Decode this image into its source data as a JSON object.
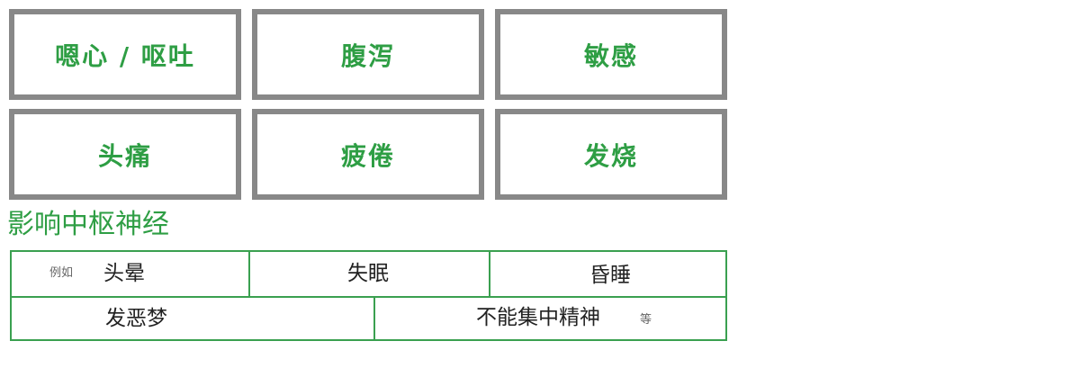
{
  "symptoms": [
    {
      "label": "嗯心 / 呕吐"
    },
    {
      "label": "腹泻"
    },
    {
      "label": "敏感"
    },
    {
      "label": "头痛"
    },
    {
      "label": "疲倦"
    },
    {
      "label": "发烧"
    }
  ],
  "cns": {
    "title": "影响中枢神经",
    "prefix_note": "例如",
    "suffix_note": "等",
    "row1": [
      "头晕",
      "失眠",
      "昏睡"
    ],
    "row2": [
      "发恶梦",
      "不能集中精神"
    ]
  },
  "colors": {
    "accent_green": "#2e9e44",
    "card_border": "#888888",
    "table_border": "#3aa050"
  }
}
